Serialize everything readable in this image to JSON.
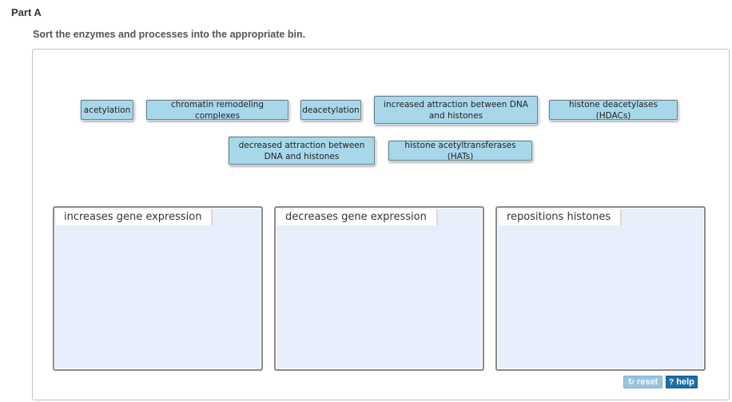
{
  "part_title": "Part A",
  "instructions": "Sort the enzymes and processes into the appropriate bin.",
  "labels": [
    "acetylation",
    "chromatin remodeling complexes",
    "deacetylation",
    "increased attraction between DNA and histones",
    "histone deacetylases (HDACs)",
    "decreased attraction between DNA and histones",
    "histone acetyltransferases (HATs)"
  ],
  "bins": [
    "increases gene expression",
    "decreases gene expression",
    "repositions histones"
  ],
  "controls": {
    "reset_label": "reset",
    "help_label": "help",
    "reset_icon": "refresh-icon",
    "help_icon": "question-icon"
  },
  "colors": {
    "label_bg": "#a8d7ea",
    "bin_bg": "#e8eefb",
    "help_bg": "#1e6fa8",
    "reset_bg": "#9bc3de"
  }
}
